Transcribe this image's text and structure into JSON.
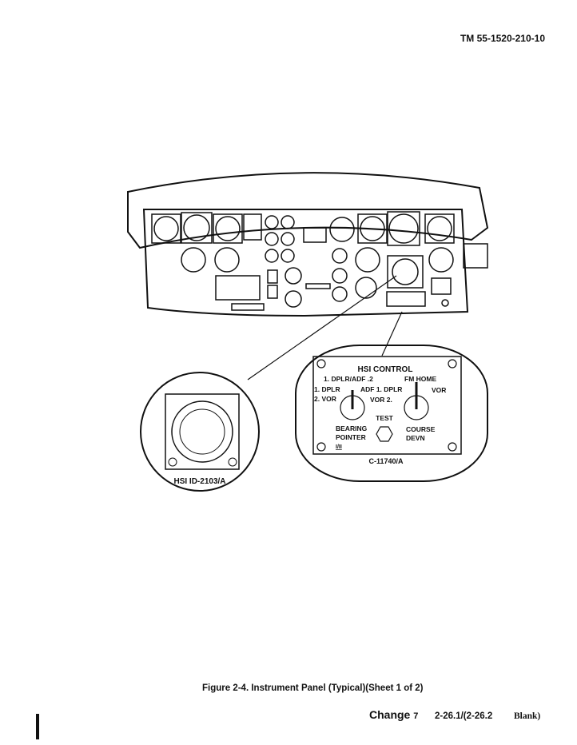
{
  "header": {
    "doc_number": "TM 55-1520-210-10"
  },
  "figure": {
    "caption": "Figure 2-4. Instrument Panel (Typical)(Sheet 1 of 2)",
    "hsi_indicator_label": "HSI ID-2103/A",
    "hsi_control": {
      "title": "HSI CONTROL",
      "left_top": "1. DPLR/ADF .2",
      "left_l1": "1. DPLR",
      "left_l2": "2. VOR",
      "left_r1": "ADF 1. DPLR",
      "left_r2": "VOR 2.",
      "right_top": "FM HOME",
      "right_r": "VOR",
      "test": "TEST",
      "bearing": "BEARING",
      "pointer": "POINTER",
      "pointer_sub": "I/II",
      "course": "COURSE",
      "devn": "DEVN",
      "model": "C-11740/A"
    }
  },
  "footer": {
    "change_label": "Change",
    "change_number": "7",
    "page": "2-26.1/(2-26.2",
    "blank": "Blank)"
  }
}
